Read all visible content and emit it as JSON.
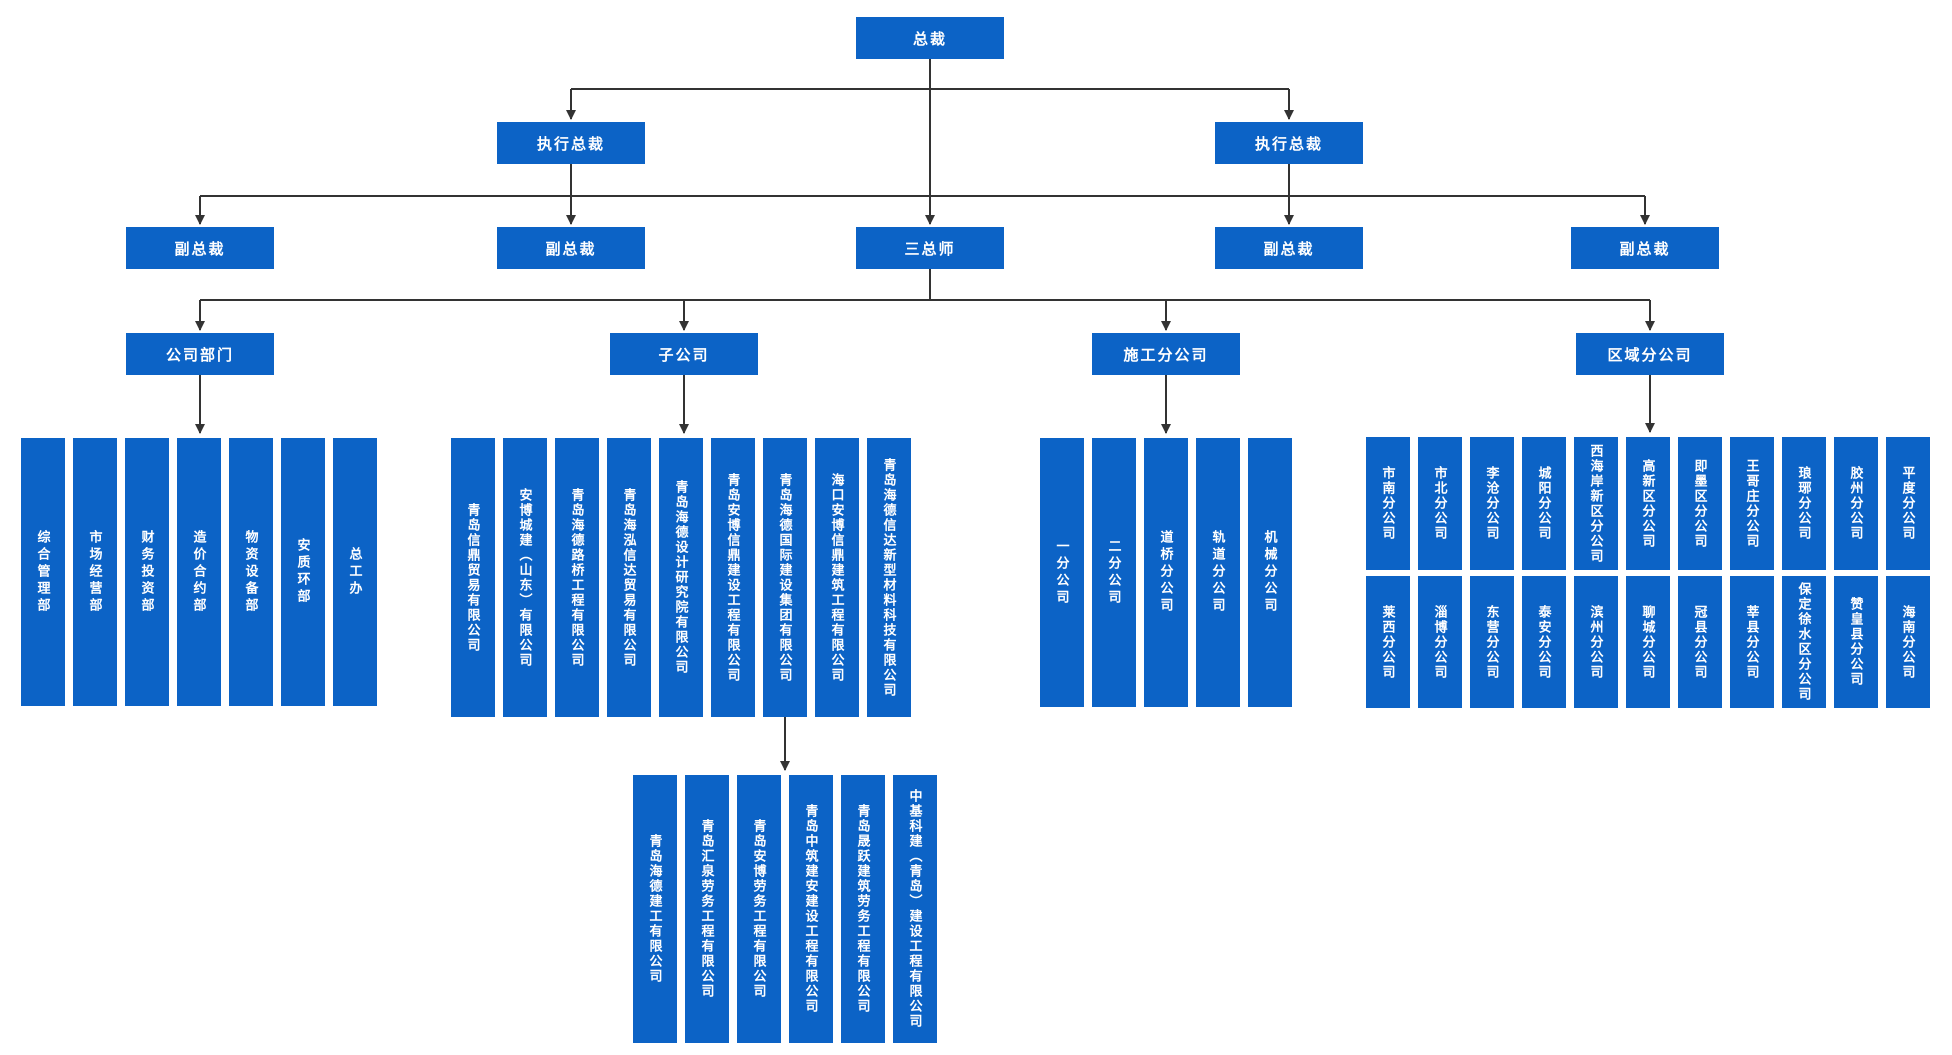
{
  "colors": {
    "node_fill": "#0c63c6",
    "node_text": "#ffffff",
    "connector": "#333333",
    "canvas_bg": "#ffffff"
  },
  "org": {
    "president": {
      "label": "总裁"
    },
    "executives": [
      {
        "label": "执行总裁"
      },
      {
        "label": "执行总裁"
      }
    ],
    "level3": [
      {
        "label": "副总裁"
      },
      {
        "label": "副总裁"
      },
      {
        "label": "三总师"
      },
      {
        "label": "副总裁"
      },
      {
        "label": "副总裁"
      }
    ],
    "divisions": [
      {
        "label": "公司部门",
        "departments": [
          "综合管理部",
          "市场经营部",
          "财务投资部",
          "造价合约部",
          "物资设备部",
          "安质环部",
          "总工办"
        ]
      },
      {
        "label": "子公司",
        "companies": [
          "青岛信鼎贸易有限公司",
          "安博城建（山东）有限公司",
          "青岛海德路桥工程有限公司",
          "青岛海泓信达贸易有限公司",
          "青岛海德设计研究院有限公司",
          "青岛安博信鼎建设工程有限公司",
          "青岛海德国际建设集团有限公司",
          "海口安博信鼎建筑工程有限公司",
          "青岛海德信达新型材料科技有限公司"
        ]
      },
      {
        "label": "施工分公司",
        "branches": [
          "一分公司",
          "二分公司",
          "道桥分公司",
          "轨道分公司",
          "机械分公司"
        ]
      },
      {
        "label": "区域分公司",
        "branches_row1": [
          "市南分公司",
          "市北分公司",
          "李沧分公司",
          "城阳分公司",
          "西海岸新区分公司",
          "高新区分公司",
          "即墨区分公司",
          "王哥庄分公司",
          "琅琊分公司",
          "胶州分公司",
          "平度分公司"
        ],
        "branches_row2": [
          "莱西分公司",
          "淄博分公司",
          "东营分公司",
          "泰安分公司",
          "滨州分公司",
          "聊城分公司",
          "冠县分公司",
          "莘县分公司",
          "保定徐水区分公司",
          "赞皇县分公司",
          "海南分公司"
        ]
      }
    ],
    "group_subsidiaries": {
      "companies": [
        "青岛海德建工有限公司",
        "青岛汇泉劳务工程有限公司",
        "青岛安博劳务工程有限公司",
        "青岛中筑建安建设工程有限公司",
        "青岛晟跃建筑劳务工程有限公司",
        "中基科建（青岛）建设工程有限公司"
      ]
    }
  }
}
